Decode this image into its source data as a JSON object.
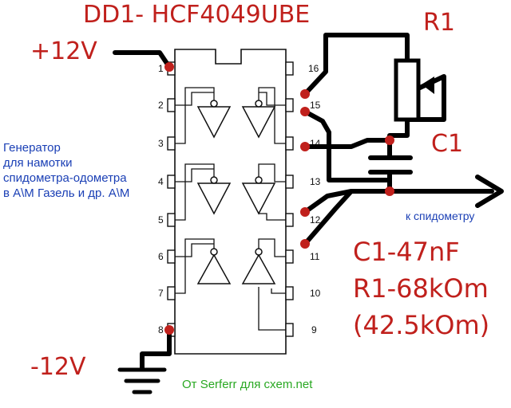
{
  "title": "DD1- HCF4049UBE",
  "labels": {
    "plus_supply": "+12V",
    "minus_supply": "-12V",
    "resistor": "R1",
    "capacitor": "C1",
    "output": "к спидометру",
    "c1_value": "C1-47nF",
    "r1_value": "R1-68kOm",
    "r1_alt_value": "(42.5kOm)",
    "credit": "От Serferr для cxem.net"
  },
  "description_lines": [
    "Генератор",
    "для намотки",
    "спидометра-одометра",
    "в А\\М Газель и др. А\\М"
  ],
  "pins": {
    "left": [
      "1",
      "2",
      "3",
      "4",
      "5",
      "6",
      "7",
      "8"
    ],
    "right": [
      "16",
      "15",
      "14",
      "13",
      "12",
      "11",
      "10",
      "9"
    ]
  },
  "colors": {
    "red": "#c0201c",
    "blue": "#1a3fb5",
    "green": "#29a822",
    "wire": "#000000"
  }
}
